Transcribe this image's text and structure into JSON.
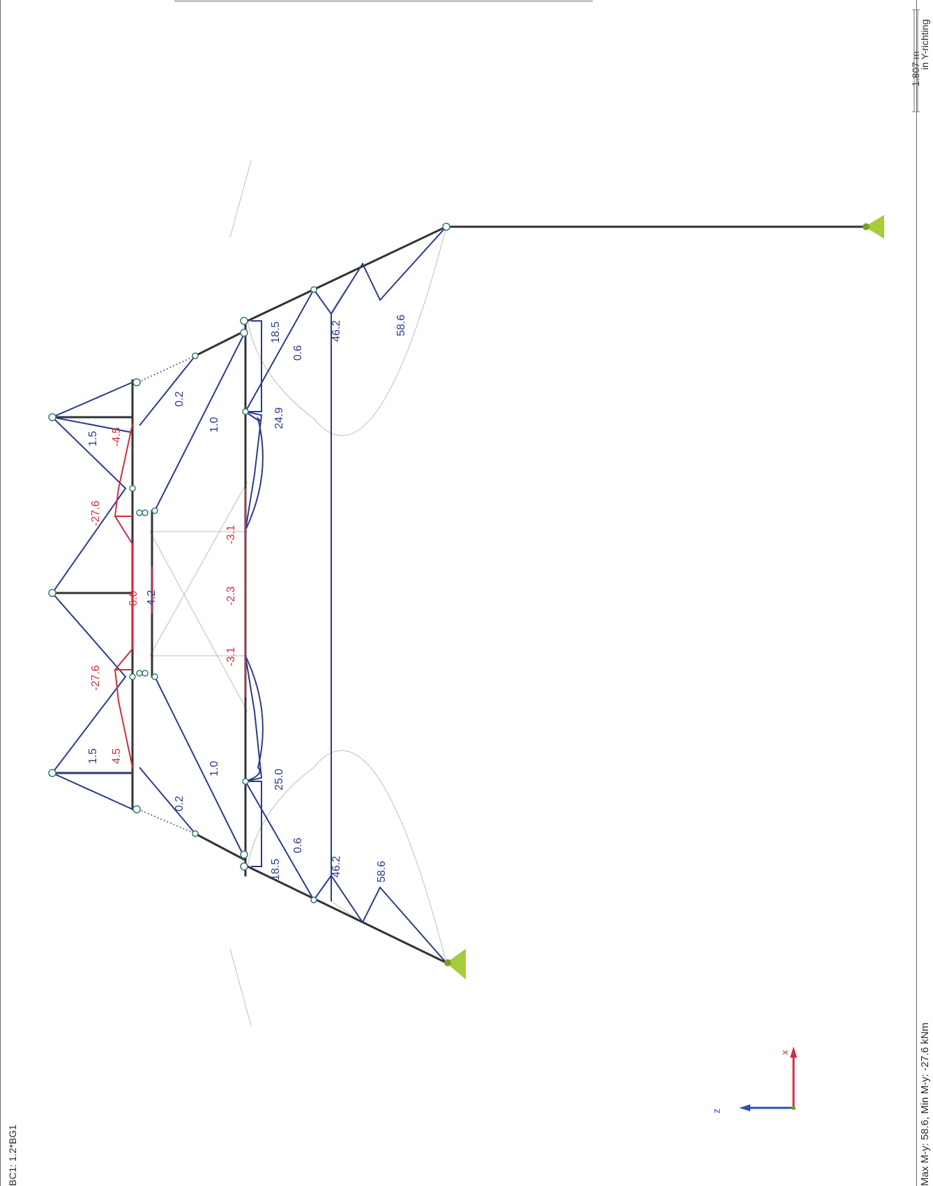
{
  "header": {
    "load_case": "BC1: 1.2*BG1",
    "direction": "in Y-richting",
    "scale": "1.807 m"
  },
  "footer": {
    "summary": "Max M-y: 58.6, Min M-y: -27.6 kNm"
  },
  "axes": {
    "x_label": "x",
    "z_label": "z"
  },
  "moment_labels": [
    {
      "id": "lbl-1-5-top",
      "text": "1.5",
      "sign": "positive"
    },
    {
      "id": "lbl-m4-5-top",
      "text": "-4.5",
      "sign": "negative"
    },
    {
      "id": "lbl-0-2-top",
      "text": "0.2",
      "sign": "positive"
    },
    {
      "id": "lbl-1-0-top",
      "text": "1.0",
      "sign": "positive"
    },
    {
      "id": "lbl-m27-6-top",
      "text": "-27.6",
      "sign": "negative"
    },
    {
      "id": "lbl-6-0",
      "text": "6.0",
      "sign": "negative"
    },
    {
      "id": "lbl-4-2",
      "text": "4.2",
      "sign": "positive"
    },
    {
      "id": "lbl-m27-6-bot",
      "text": "-27.6",
      "sign": "negative"
    },
    {
      "id": "lbl-1-5-bot",
      "text": "1.5",
      "sign": "positive"
    },
    {
      "id": "lbl-4-5-bot",
      "text": "4.5",
      "sign": "negative"
    },
    {
      "id": "lbl-0-2-bot",
      "text": "0.2",
      "sign": "positive"
    },
    {
      "id": "lbl-1-0-bot",
      "text": "1.0",
      "sign": "positive"
    },
    {
      "id": "lbl-m3-1-top",
      "text": "-3.1",
      "sign": "negative"
    },
    {
      "id": "lbl-m2-3",
      "text": "-2.3",
      "sign": "negative"
    },
    {
      "id": "lbl-m3-1-bot",
      "text": "-3.1",
      "sign": "negative"
    },
    {
      "id": "lbl-24-9",
      "text": "24.9",
      "sign": "positive"
    },
    {
      "id": "lbl-25-0",
      "text": "25.0",
      "sign": "positive"
    },
    {
      "id": "lbl-18-5-top",
      "text": "18.5",
      "sign": "positive"
    },
    {
      "id": "lbl-0-6-top",
      "text": "0.6",
      "sign": "positive"
    },
    {
      "id": "lbl-46-2-top",
      "text": "46.2",
      "sign": "positive"
    },
    {
      "id": "lbl-58-6-top",
      "text": "58.6",
      "sign": "positive"
    },
    {
      "id": "lbl-18-5-bot",
      "text": "18.5",
      "sign": "positive"
    },
    {
      "id": "lbl-0-6-bot",
      "text": "0.6",
      "sign": "positive"
    },
    {
      "id": "lbl-46-2-bot",
      "text": "46.2",
      "sign": "positive"
    },
    {
      "id": "lbl-58-6-bot",
      "text": "58.6",
      "sign": "positive"
    }
  ],
  "colors": {
    "structure": "#333333",
    "positive_moment": "#2c3a8c",
    "negative_moment": "#d42b3c",
    "construction": "#b5b5b5",
    "support": "#a6cc3a",
    "x_axis": "#d42b3c",
    "z_axis": "#2c4fb0"
  }
}
